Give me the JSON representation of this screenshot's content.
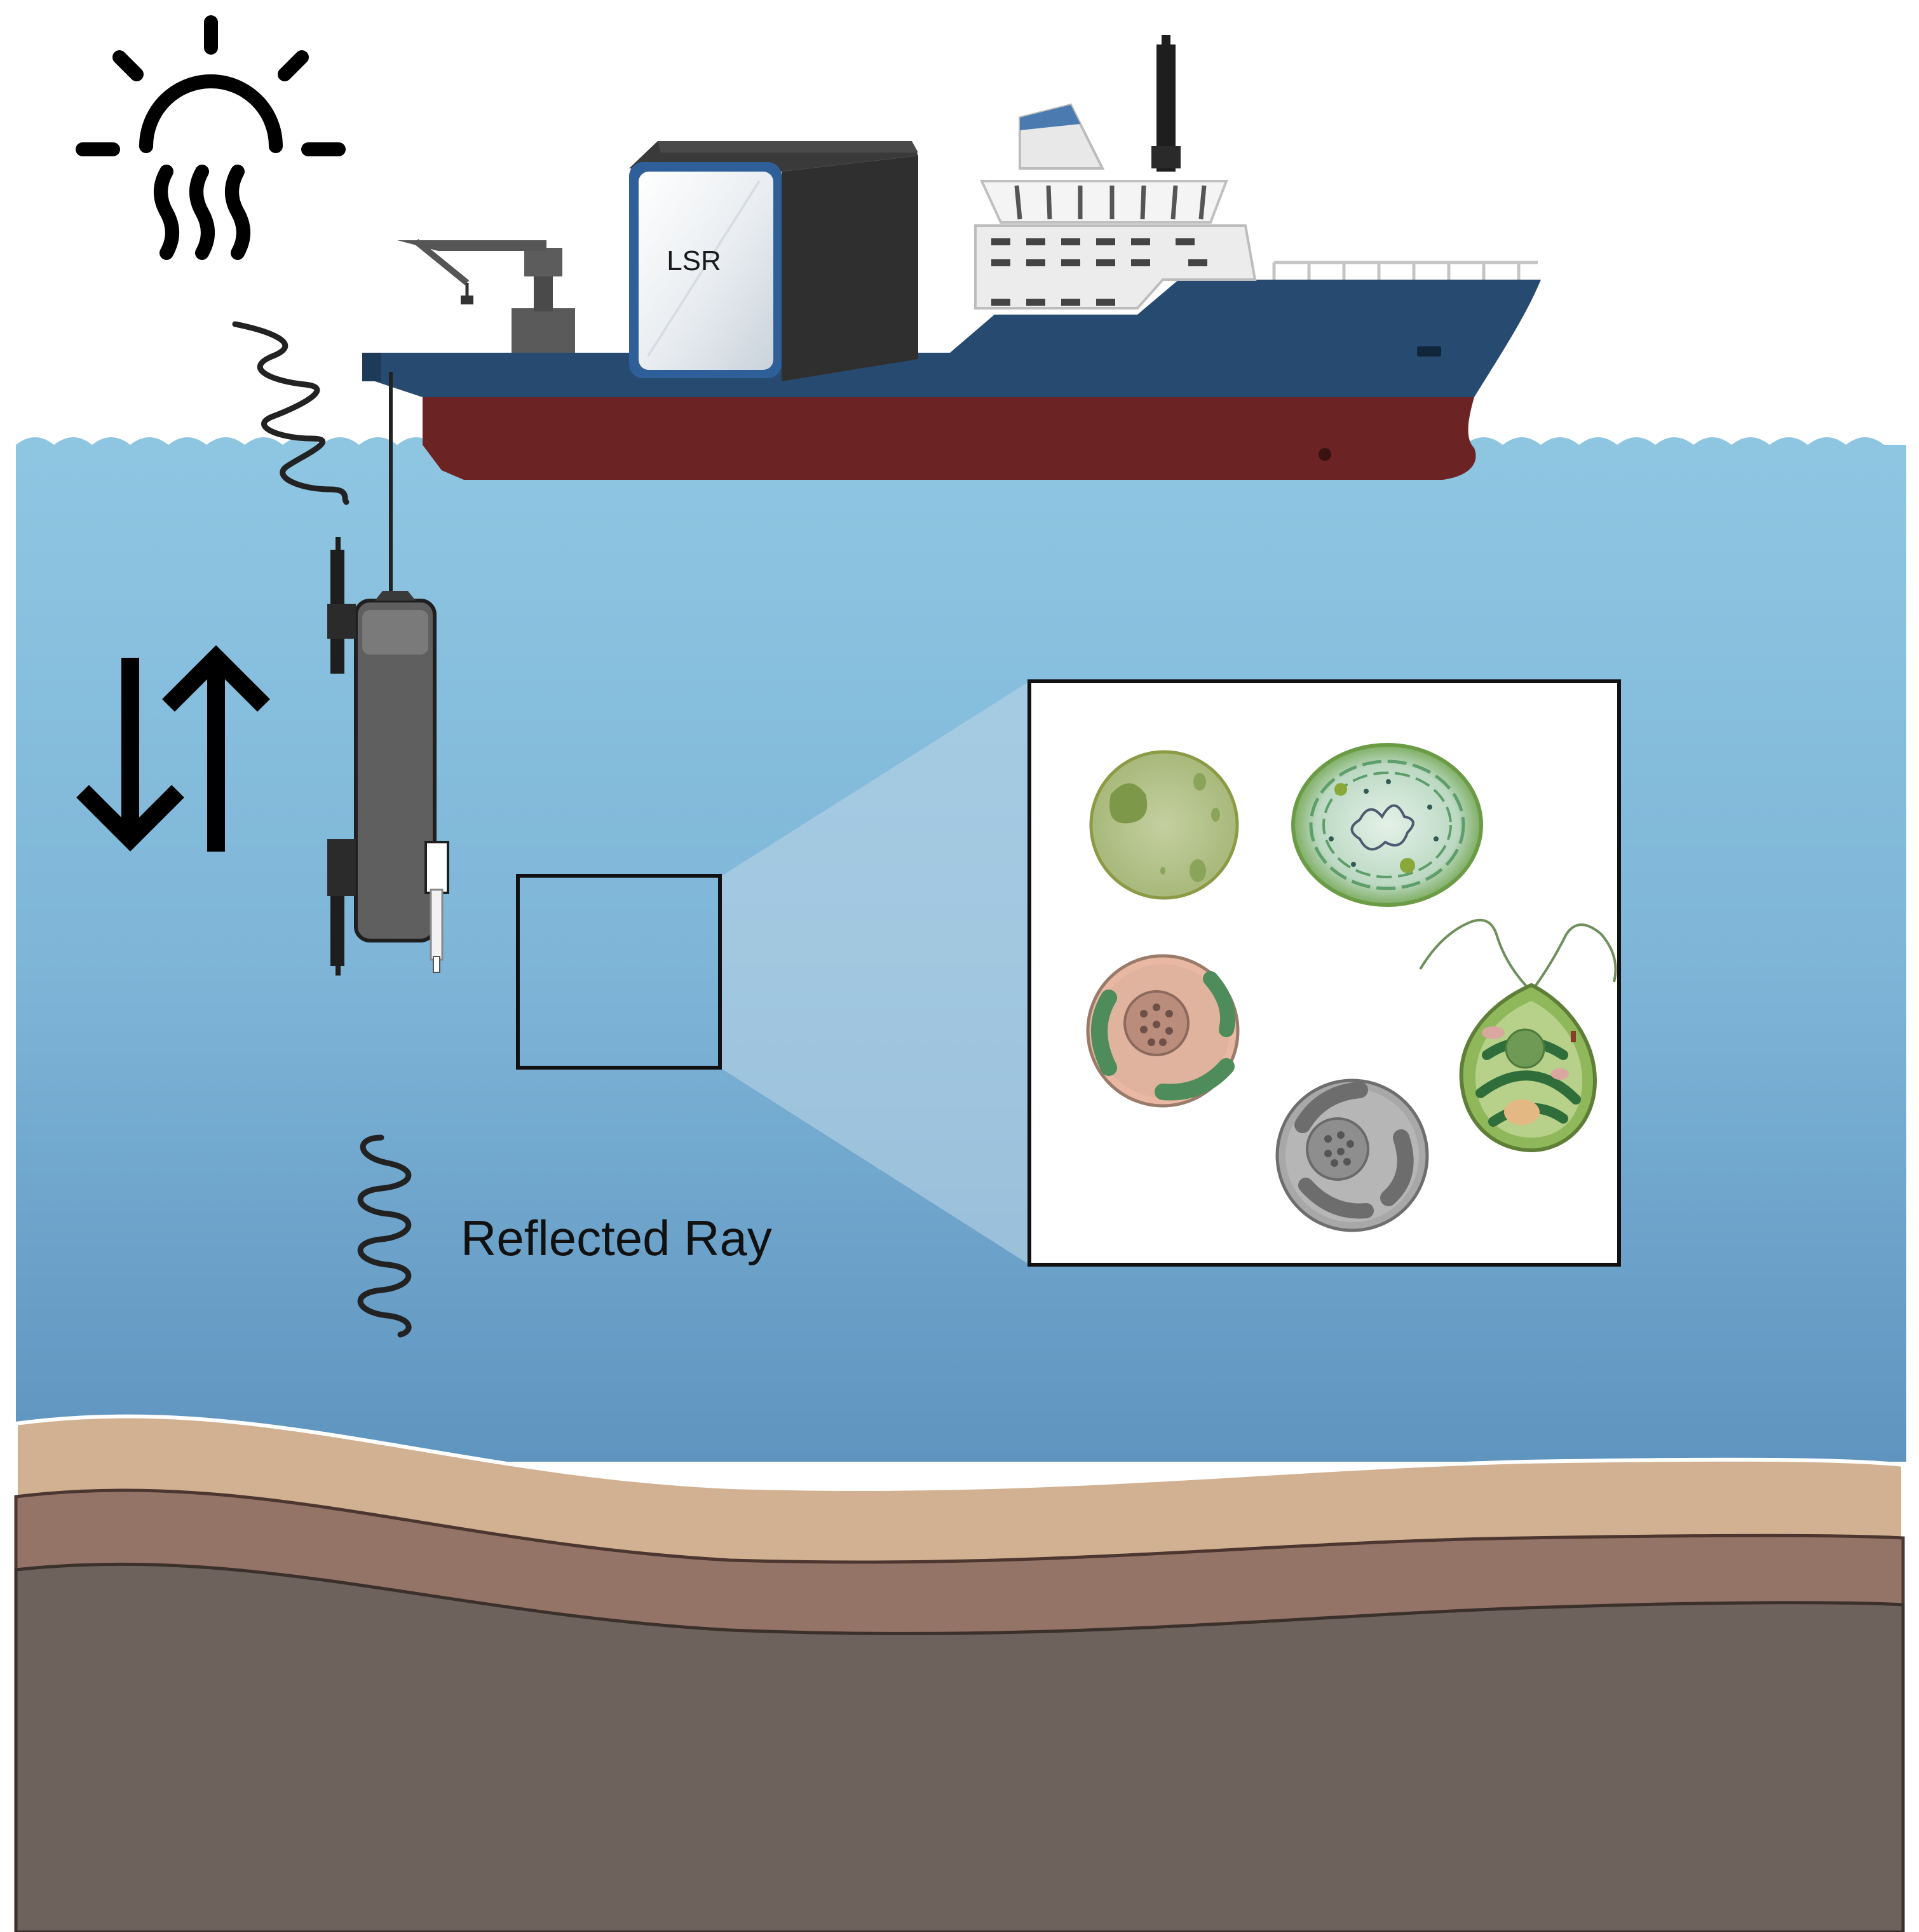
{
  "labels": {
    "instrument": "LSR",
    "reflected": "Reflected Ray"
  },
  "colors": {
    "sky": "#ffffff",
    "water_top": "#8fc7e3",
    "water_bottom": "#5f95c0",
    "hull_top": "#274b70",
    "hull_bottom": "#6b2423",
    "sediment_1": "#d2b193",
    "sediment_2": "#957468",
    "sediment_3": "#6d625c",
    "stroke": "#111111"
  },
  "icons": [
    "sun-icon",
    "light-wave-icon",
    "up-down-arrows-icon",
    "reflected-wave-icon"
  ],
  "cells": [
    {
      "name": "green-round-cell"
    },
    {
      "name": "cyanobacteria-cell"
    },
    {
      "name": "pink-algal-cell"
    },
    {
      "name": "flagellate-green-alga-cell"
    },
    {
      "name": "grey-algal-cell"
    }
  ]
}
